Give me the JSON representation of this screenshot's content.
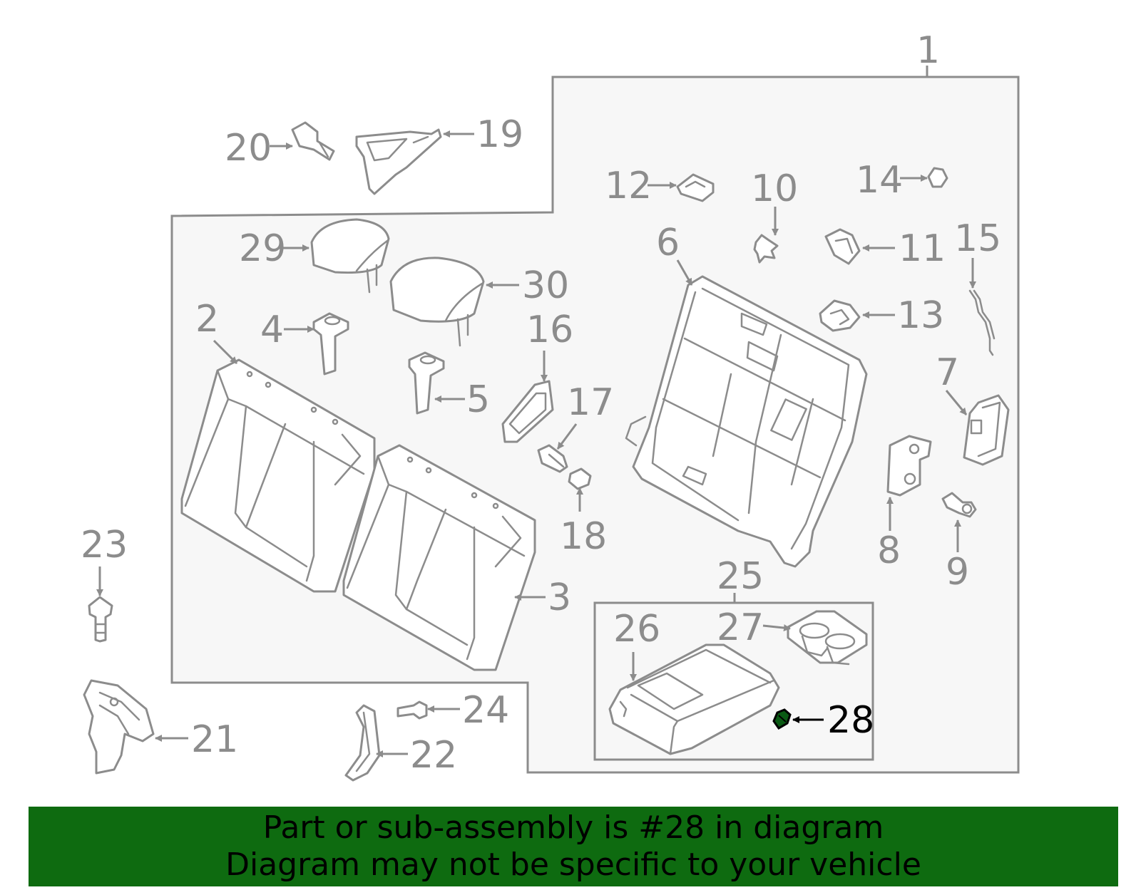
{
  "diagram": {
    "highlight_part": "28",
    "colors": {
      "line": "#8c8c8c",
      "highlight": "#000000",
      "banner_bg": "#0e6b10",
      "frame_fill": "#f7f7f7"
    },
    "callouts": [
      {
        "id": "c1",
        "text": "1"
      },
      {
        "id": "c2",
        "text": "2"
      },
      {
        "id": "c3",
        "text": "3"
      },
      {
        "id": "c4",
        "text": "4"
      },
      {
        "id": "c5",
        "text": "5"
      },
      {
        "id": "c6",
        "text": "6"
      },
      {
        "id": "c7",
        "text": "7"
      },
      {
        "id": "c8",
        "text": "8"
      },
      {
        "id": "c9",
        "text": "9"
      },
      {
        "id": "c10",
        "text": "10"
      },
      {
        "id": "c11",
        "text": "11"
      },
      {
        "id": "c12",
        "text": "12"
      },
      {
        "id": "c13",
        "text": "13"
      },
      {
        "id": "c14",
        "text": "14"
      },
      {
        "id": "c15",
        "text": "15"
      },
      {
        "id": "c16",
        "text": "16"
      },
      {
        "id": "c17",
        "text": "17"
      },
      {
        "id": "c18",
        "text": "18"
      },
      {
        "id": "c19",
        "text": "19"
      },
      {
        "id": "c20",
        "text": "20"
      },
      {
        "id": "c21",
        "text": "21"
      },
      {
        "id": "c22",
        "text": "22"
      },
      {
        "id": "c23",
        "text": "23"
      },
      {
        "id": "c24",
        "text": "24"
      },
      {
        "id": "c25",
        "text": "25"
      },
      {
        "id": "c26",
        "text": "26"
      },
      {
        "id": "c27",
        "text": "27"
      },
      {
        "id": "c28",
        "text": "28"
      },
      {
        "id": "c29",
        "text": "29"
      },
      {
        "id": "c30",
        "text": "30"
      }
    ]
  },
  "banner": {
    "line1": "Part or sub-assembly is #28 in diagram",
    "line2": "Diagram may not be specific to your vehicle"
  }
}
